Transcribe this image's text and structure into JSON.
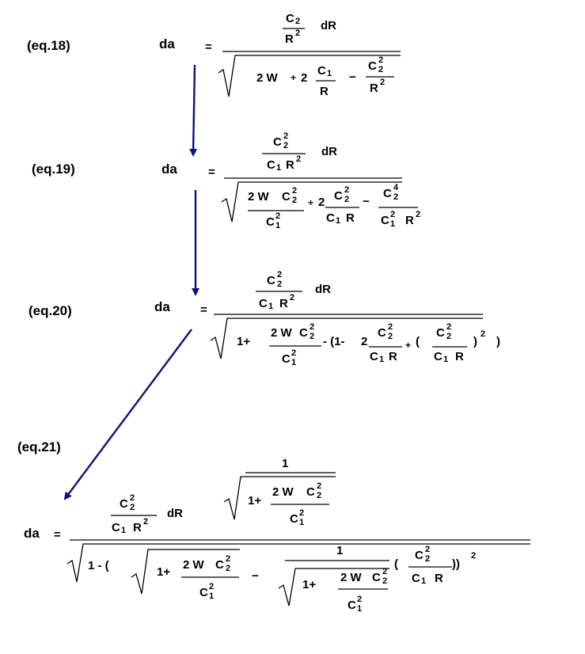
{
  "equations": [
    {
      "label": "(eq.18)"
    },
    {
      "label": "(eq.19)"
    },
    {
      "label": "(eq.20)"
    },
    {
      "label": "(eq.21)"
    }
  ],
  "sym": {
    "da": "da",
    "eq": "=",
    "dR": "dR",
    "C": "C",
    "R": "R",
    "W": "W",
    "one": "1",
    "sub1": "1",
    "sub2": "2",
    "sup2": "2",
    "sup4": "4",
    "two_w": "2 W",
    "two": "2",
    "plus": "+",
    "minus": "−",
    "one_plus": "1+",
    "open_one_minus": "- (1-",
    "one_minus_open": "1  - (",
    "lparen": "(",
    "rparen": ")",
    "rparen2": "))",
    "sq": "2"
  },
  "colors": {
    "arrow": "#0d1280",
    "text": "#000000"
  }
}
